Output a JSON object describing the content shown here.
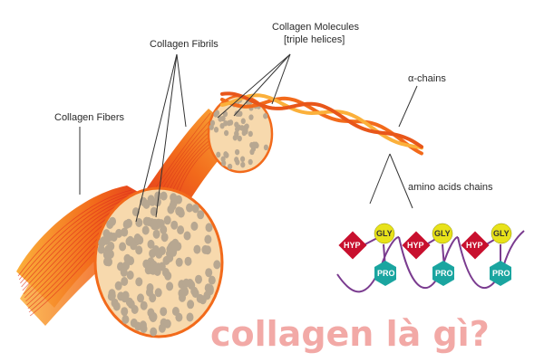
{
  "labels": {
    "fibers": "Collagen Fibers",
    "fibrils": "Collagen Fibrils",
    "molecules_line1": "Collagen Molecules",
    "molecules_line2": "[triple helices]",
    "alpha_chains": "α-chains",
    "amino_chains": "amino acids chains"
  },
  "amino_acids": {
    "hyp": "HYP",
    "gly": "GLY",
    "pro": "PRO"
  },
  "caption": "collagen là gì?",
  "colors": {
    "fiber_dark": "#e0301e",
    "fiber_mid": "#f26a1b",
    "fiber_light": "#fbb03b",
    "fibril_fill": "#f7d9ad",
    "fibril_dot": "#b7a791",
    "hyp": "#c8102e",
    "gly": "#e8e21a",
    "pro": "#1aa5a0",
    "chain": "#7a3b8f",
    "caption": "#f2a9a6"
  }
}
